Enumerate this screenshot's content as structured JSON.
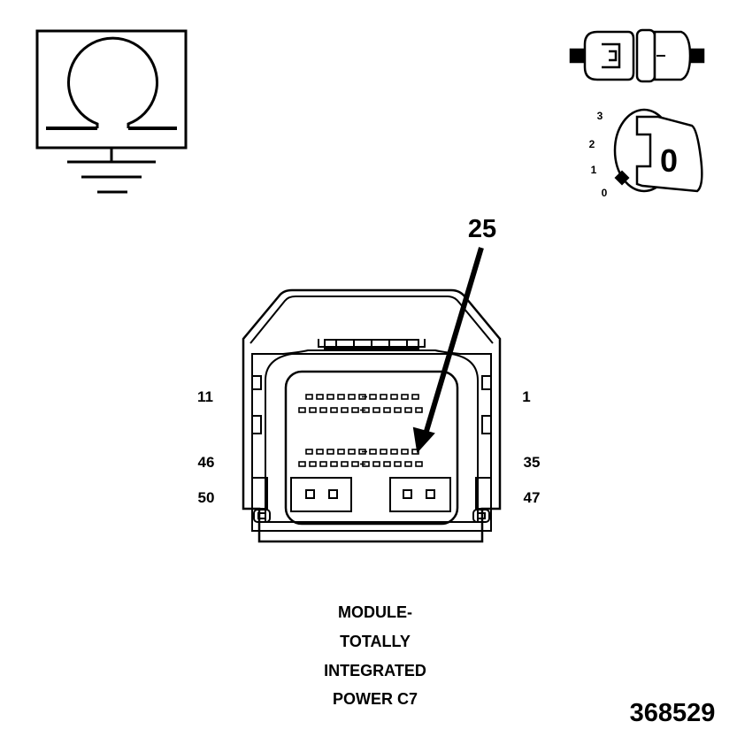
{
  "symbols": {
    "ohmmeter": "ohmmeter-ground-icon",
    "connector": "disconnected-connector-icon",
    "ignition": "ignition-key-icon"
  },
  "ignition": {
    "positions": [
      "3",
      "2",
      "1",
      "0"
    ],
    "key_label": "0"
  },
  "connector": {
    "callout": "25",
    "pin_labels": {
      "top_left": "11",
      "top_right": "1",
      "mid_left": "46",
      "mid_right": "35",
      "bottom_left": "50",
      "bottom_right": "47"
    }
  },
  "caption": {
    "lines": [
      "MODULE-",
      "TOTALLY",
      "INTEGRATED",
      "POWER C7"
    ]
  },
  "figure_number": "368529",
  "colors": {
    "ink": "#000000",
    "paper": "#ffffff",
    "shade": "#e6e6e6"
  }
}
